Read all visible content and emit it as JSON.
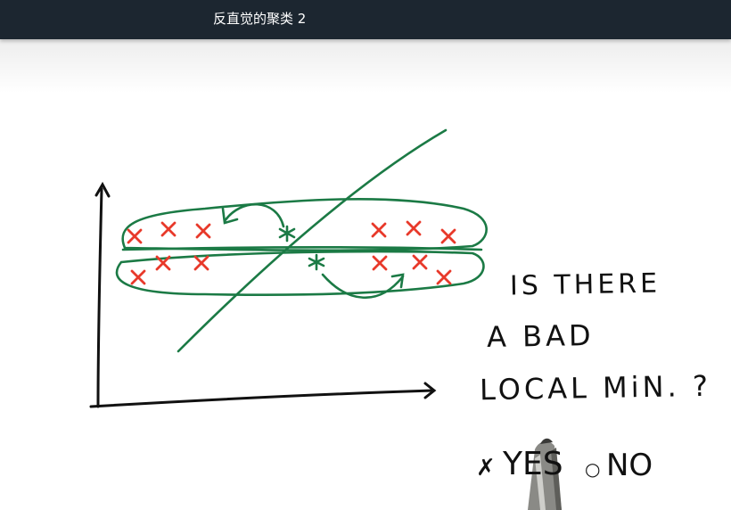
{
  "header": {
    "title": "反直觉的聚类 2"
  },
  "question": {
    "line1": "IS THERE",
    "line2": "A BAD",
    "line3": "LOCAL MiN. ?"
  },
  "options": {
    "yes_mark": "✗",
    "yes_label": "YES",
    "no_mark": "○",
    "no_label": "NO"
  },
  "colors": {
    "header_bg": "#1c2630",
    "cluster_ink": "#1b7a45",
    "point_ink": "#e8392a",
    "axis_ink": "#111111"
  },
  "icons": {
    "pen": "marker-pen-icon",
    "center_marker": "asterisk-icon",
    "point_marker": "cross-icon"
  }
}
